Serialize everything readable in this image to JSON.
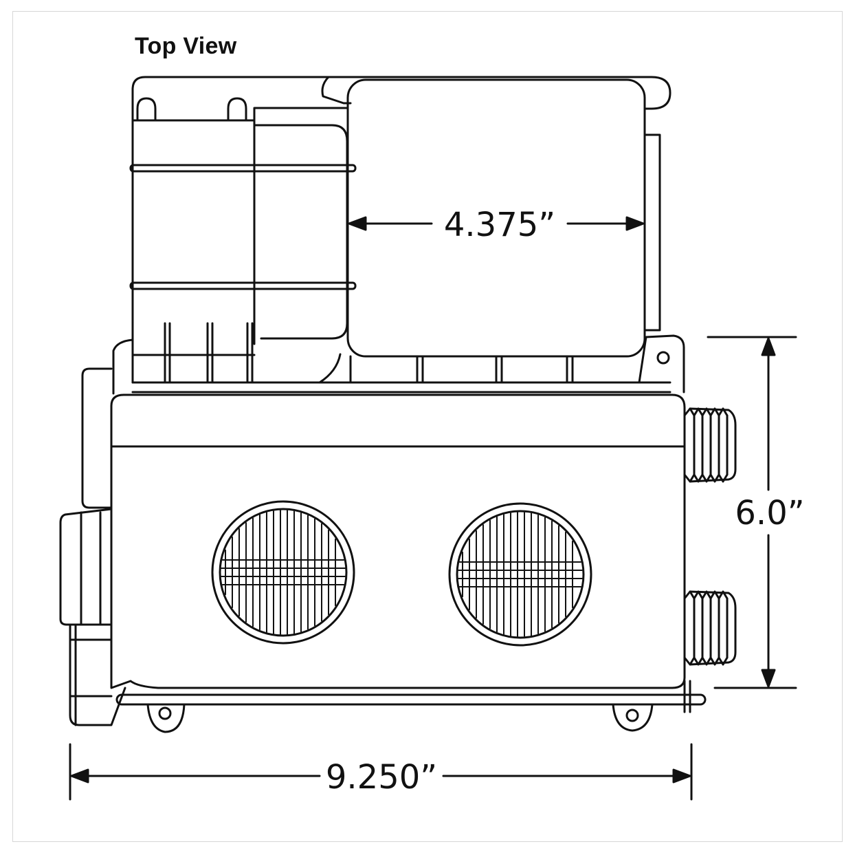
{
  "title": "Top View",
  "dimensions": {
    "width_label": "9.250”",
    "height_label": "6.0”",
    "motor_label": "4.375”"
  },
  "colors": {
    "line": "#111111",
    "background": "#ffffff",
    "frame_border": "#d6d6d6"
  }
}
